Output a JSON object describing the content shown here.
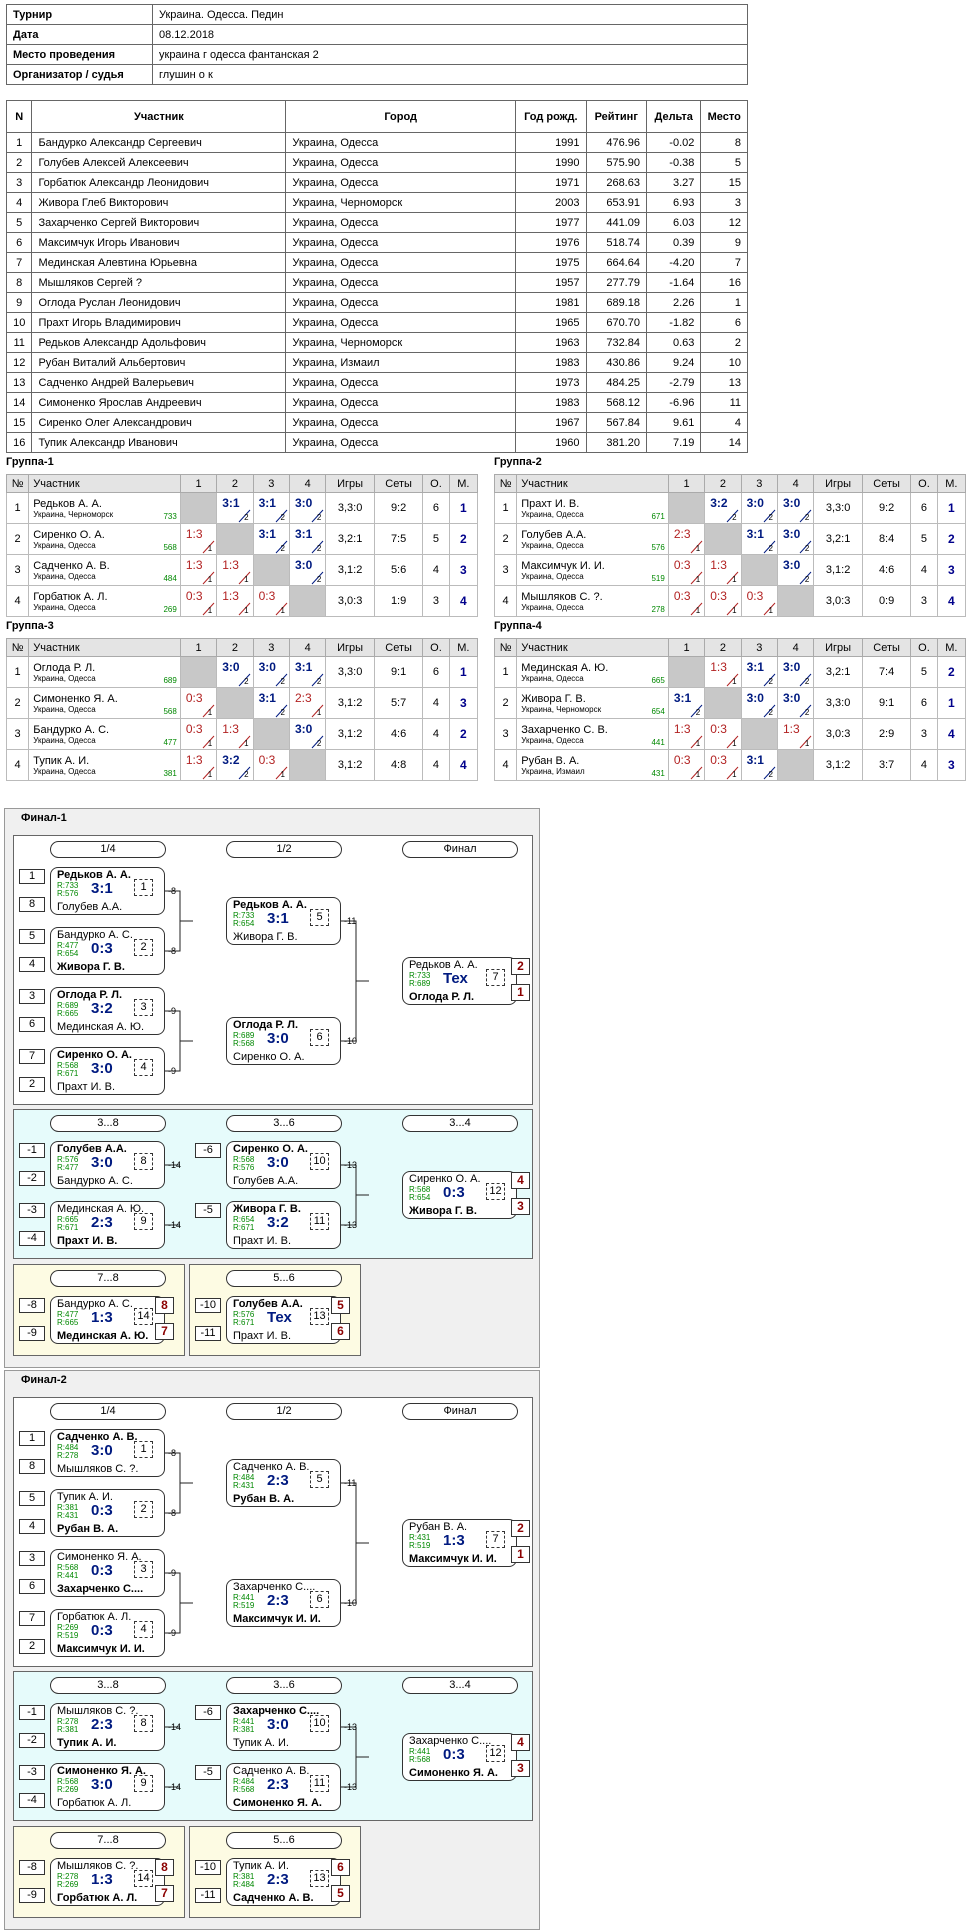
{
  "info": [
    {
      "label": "Турнир",
      "value": "Украина. Одесса. Педин"
    },
    {
      "label": "Дата",
      "value": "08.12.2018"
    },
    {
      "label": "Место проведения",
      "value": "украина г одесса фантанская 2"
    },
    {
      "label": "Организатор / судья",
      "value": "глушин о к"
    }
  ],
  "players_header": [
    "N",
    "Участник",
    "Город",
    "Год рожд.",
    "Рейтинг",
    "Дельта",
    "Место"
  ],
  "players": [
    [
      "1",
      "Бандурко Александр Сергеевич",
      "Украина, Одесса",
      "1991",
      "476.96",
      "-0.02",
      "8"
    ],
    [
      "2",
      "Голубев Алексей Алексеевич",
      "Украина, Одесса",
      "1990",
      "575.90",
      "-0.38",
      "5"
    ],
    [
      "3",
      "Горбатюк Александр Леонидович",
      "Украина, Одесса",
      "1971",
      "268.63",
      "3.27",
      "15"
    ],
    [
      "4",
      "Живора Глеб Викторович",
      "Украина, Черноморск",
      "2003",
      "653.91",
      "6.93",
      "3"
    ],
    [
      "5",
      "Захарченко Сергей Викторович",
      "Украина, Одесса",
      "1977",
      "441.09",
      "6.03",
      "12"
    ],
    [
      "6",
      "Максимчук Игорь Иванович",
      "Украина, Одесса",
      "1976",
      "518.74",
      "0.39",
      "9"
    ],
    [
      "7",
      "Мединская Алевтина Юрьевна",
      "Украина, Одесса",
      "1975",
      "664.64",
      "-4.20",
      "7"
    ],
    [
      "8",
      "Мышляков Сергей ?",
      "Украина, Одесса",
      "1957",
      "277.79",
      "-1.64",
      "16"
    ],
    [
      "9",
      "Оглода Руслан Леонидович",
      "Украина, Одесса",
      "1981",
      "689.18",
      "2.26",
      "1"
    ],
    [
      "10",
      "Прахт Игорь Владимирович",
      "Украина, Одесса",
      "1965",
      "670.70",
      "-1.82",
      "6"
    ],
    [
      "11",
      "Редьков Александр Адольфович",
      "Украина, Черноморск",
      "1963",
      "732.84",
      "0.63",
      "2"
    ],
    [
      "12",
      "Рубан Виталий Альбертович",
      "Украина, Измаил",
      "1983",
      "430.86",
      "9.24",
      "10"
    ],
    [
      "13",
      "Садченко Андрей Валерьевич",
      "Украина, Одесса",
      "1973",
      "484.25",
      "-2.79",
      "13"
    ],
    [
      "14",
      "Симоненко Ярослав Андреевич",
      "Украина, Одесса",
      "1983",
      "568.12",
      "-6.96",
      "11"
    ],
    [
      "15",
      "Сиренко Олег Александрович",
      "Украина, Одесса",
      "1967",
      "567.84",
      "9.61",
      "4"
    ],
    [
      "16",
      "Тупик Александр Иванович",
      "Украина, Одесса",
      "1960",
      "381.20",
      "7.19",
      "14"
    ]
  ],
  "group_header": [
    "№",
    "Участник",
    "1",
    "2",
    "3",
    "4",
    "Игры",
    "Сеты",
    "О.",
    "М."
  ],
  "groups": [
    {
      "title": "Группа-1",
      "rows": [
        {
          "n": "1",
          "name": "Редьков А. А.",
          "city": "Украина, Черноморск",
          "rating": "733",
          "scores": [
            null,
            [
              "3:1",
              "2"
            ],
            [
              "3:1",
              "2"
            ],
            [
              "3:0",
              "2"
            ]
          ],
          "games": "3,3:0",
          "sets": "9:2",
          "pts": "6",
          "place": "1"
        },
        {
          "n": "2",
          "name": "Сиренко О. А.",
          "city": "Украина, Одесса",
          "rating": "568",
          "scores": [
            [
              "1:3",
              "1"
            ],
            null,
            [
              "3:1",
              "2"
            ],
            [
              "3:1",
              "2"
            ]
          ],
          "games": "3,2:1",
          "sets": "7:5",
          "pts": "5",
          "place": "2"
        },
        {
          "n": "3",
          "name": "Садченко А. В.",
          "city": "Украина, Одесса",
          "rating": "484",
          "scores": [
            [
              "1:3",
              "1"
            ],
            [
              "1:3",
              "1"
            ],
            null,
            [
              "3:0",
              "2"
            ]
          ],
          "games": "3,1:2",
          "sets": "5:6",
          "pts": "4",
          "place": "3"
        },
        {
          "n": "4",
          "name": "Горбатюк А. Л.",
          "city": "Украина, Одесса",
          "rating": "269",
          "scores": [
            [
              "0:3",
              "1"
            ],
            [
              "1:3",
              "1"
            ],
            [
              "0:3",
              "1"
            ],
            null
          ],
          "games": "3,0:3",
          "sets": "1:9",
          "pts": "3",
          "place": "4"
        }
      ]
    },
    {
      "title": "Группа-2",
      "rows": [
        {
          "n": "1",
          "name": "Прахт И. В.",
          "city": "Украина, Одесса",
          "rating": "671",
          "scores": [
            null,
            [
              "3:2",
              "2"
            ],
            [
              "3:0",
              "2"
            ],
            [
              "3:0",
              "2"
            ]
          ],
          "games": "3,3:0",
          "sets": "9:2",
          "pts": "6",
          "place": "1"
        },
        {
          "n": "2",
          "name": "Голубев А.А.",
          "city": "Украина, Одесса",
          "rating": "576",
          "scores": [
            [
              "2:3",
              "1"
            ],
            null,
            [
              "3:1",
              "2"
            ],
            [
              "3:0",
              "2"
            ]
          ],
          "games": "3,2:1",
          "sets": "8:4",
          "pts": "5",
          "place": "2"
        },
        {
          "n": "3",
          "name": "Максимчук И. И.",
          "city": "Украина, Одесса",
          "rating": "519",
          "scores": [
            [
              "0:3",
              "1"
            ],
            [
              "1:3",
              "1"
            ],
            null,
            [
              "3:0",
              "2"
            ]
          ],
          "games": "3,1:2",
          "sets": "4:6",
          "pts": "4",
          "place": "3"
        },
        {
          "n": "4",
          "name": "Мышляков С. ?.",
          "city": "Украина, Одесса",
          "rating": "278",
          "scores": [
            [
              "0:3",
              "1"
            ],
            [
              "0:3",
              "1"
            ],
            [
              "0:3",
              "1"
            ],
            null
          ],
          "games": "3,0:3",
          "sets": "0:9",
          "pts": "3",
          "place": "4"
        }
      ]
    },
    {
      "title": "Группа-3",
      "rows": [
        {
          "n": "1",
          "name": "Оглода Р. Л.",
          "city": "Украина, Одесса",
          "rating": "689",
          "scores": [
            null,
            [
              "3:0",
              "2"
            ],
            [
              "3:0",
              "2"
            ],
            [
              "3:1",
              "2"
            ]
          ],
          "games": "3,3:0",
          "sets": "9:1",
          "pts": "6",
          "place": "1"
        },
        {
          "n": "2",
          "name": "Симоненко Я. А.",
          "city": "Украина, Одесса",
          "rating": "568",
          "scores": [
            [
              "0:3",
              "1"
            ],
            null,
            [
              "3:1",
              "2"
            ],
            [
              "2:3",
              "1"
            ]
          ],
          "games": "3,1:2",
          "sets": "5:7",
          "pts": "4",
          "place": "3"
        },
        {
          "n": "3",
          "name": "Бандурко А. С.",
          "city": "Украина, Одесса",
          "rating": "477",
          "scores": [
            [
              "0:3",
              "1"
            ],
            [
              "1:3",
              "1"
            ],
            null,
            [
              "3:0",
              "2"
            ]
          ],
          "games": "3,1:2",
          "sets": "4:6",
          "pts": "4",
          "place": "2"
        },
        {
          "n": "4",
          "name": "Тупик А. И.",
          "city": "Украина, Одесса",
          "rating": "381",
          "scores": [
            [
              "1:3",
              "1"
            ],
            [
              "3:2",
              "2"
            ],
            [
              "0:3",
              "1"
            ],
            null
          ],
          "games": "3,1:2",
          "sets": "4:8",
          "pts": "4",
          "place": "4"
        }
      ]
    },
    {
      "title": "Группа-4",
      "rows": [
        {
          "n": "1",
          "name": "Мединская А. Ю.",
          "city": "Украина, Одесса",
          "rating": "665",
          "scores": [
            null,
            [
              "1:3",
              "1"
            ],
            [
              "3:1",
              "2"
            ],
            [
              "3:0",
              "2"
            ]
          ],
          "games": "3,2:1",
          "sets": "7:4",
          "pts": "5",
          "place": "2"
        },
        {
          "n": "2",
          "name": "Живора Г. В.",
          "city": "Украина, Черноморск",
          "rating": "654",
          "scores": [
            [
              "3:1",
              "2"
            ],
            null,
            [
              "3:0",
              "2"
            ],
            [
              "3:0",
              "2"
            ]
          ],
          "games": "3,3:0",
          "sets": "9:1",
          "pts": "6",
          "place": "1"
        },
        {
          "n": "3",
          "name": "Захарченко С. В.",
          "city": "Украина, Одесса",
          "rating": "441",
          "scores": [
            [
              "1:3",
              "1"
            ],
            [
              "0:3",
              "1"
            ],
            null,
            [
              "1:3",
              "1"
            ]
          ],
          "games": "3,0:3",
          "sets": "2:9",
          "pts": "3",
          "place": "4"
        },
        {
          "n": "4",
          "name": "Рубан В. А.",
          "city": "Украина, Измаил",
          "rating": "431",
          "scores": [
            [
              "0:3",
              "1"
            ],
            [
              "0:3",
              "1"
            ],
            [
              "3:1",
              "2"
            ],
            null
          ],
          "games": "3,1:2",
          "sets": "3:7",
          "pts": "4",
          "place": "3"
        }
      ]
    }
  ],
  "finals": [
    {
      "title": "Финал-1",
      "main": {
        "rounds": [
          "1/4",
          "1/2",
          "Финал"
        ],
        "seeds": [
          "1",
          "8",
          "5",
          "4",
          "3",
          "6",
          "7",
          "2"
        ],
        "qf": [
          {
            "p1": "Редьков А. А.",
            "p2": "Голубев А.А.",
            "r1": "R:733",
            "r2": "R:576",
            "score": "3:1",
            "num": "1",
            "w": 1,
            "out": "-8"
          },
          {
            "p1": "Бандурко А. С.",
            "p2": "Живора Г. В.",
            "r1": "R:477",
            "r2": "R:654",
            "score": "0:3",
            "num": "2",
            "w": 2,
            "out": "-8"
          },
          {
            "p1": "Оглода Р. Л.",
            "p2": "Мединская А. Ю.",
            "r1": "R:689",
            "r2": "R:665",
            "score": "3:2",
            "num": "3",
            "w": 1,
            "out": "-9"
          },
          {
            "p1": "Сиренко О. А.",
            "p2": "Прахт И. В.",
            "r1": "R:568",
            "r2": "R:671",
            "score": "3:0",
            "num": "4",
            "w": 1,
            "out": "-9"
          }
        ],
        "sf": [
          {
            "p1": "Редьков А. А.",
            "p2": "Живора Г. В.",
            "r1": "R:733",
            "r2": "R:654",
            "score": "3:1",
            "num": "5",
            "w": 1,
            "out": "-11"
          },
          {
            "p1": "Оглода Р. Л.",
            "p2": "Сиренко О. А.",
            "r1": "R:689",
            "r2": "R:568",
            "score": "3:0",
            "num": "6",
            "w": 1,
            "out": "-10"
          }
        ],
        "f": {
          "p1": "Редьков А. А.",
          "p2": "Оглода Р. Л.",
          "r1": "R:733",
          "r2": "R:689",
          "score": "Тех",
          "num": "7",
          "w": 2,
          "rk1": "2",
          "rk2": "1"
        }
      },
      "mid": {
        "rounds": [
          "3...8",
          "3...6",
          "3...4"
        ],
        "seeds": [
          "-1",
          "-2",
          "-3",
          "-4"
        ],
        "qf": [
          {
            "p1": "Голубев А.А.",
            "p2": "Бандурко А. С.",
            "r1": "R:576",
            "r2": "R:477",
            "score": "3:0",
            "num": "8",
            "w": 1,
            "out": "-14"
          },
          {
            "p1": "Мединская А. Ю.",
            "p2": "Прахт И. В.",
            "r1": "R:665",
            "r2": "R:671",
            "score": "2:3",
            "num": "9",
            "w": 2,
            "out": "-14"
          }
        ],
        "sf_seeds": [
          "-6",
          "-5"
        ],
        "sf": [
          {
            "p1": "Сиренко О. А.",
            "p2": "Голубев А.А.",
            "r1": "R:568",
            "r2": "R:576",
            "score": "3:0",
            "num": "10",
            "w": 1,
            "out": "-13"
          },
          {
            "p1": "Живора Г. В.",
            "p2": "Прахт И. В.",
            "r1": "R:654",
            "r2": "R:671",
            "score": "3:2",
            "num": "11",
            "w": 1,
            "out": "-13"
          }
        ],
        "f": {
          "p1": "Сиренко О. А.",
          "p2": "Живора Г. В.",
          "r1": "R:568",
          "r2": "R:654",
          "score": "0:3",
          "num": "12",
          "w": 2,
          "rk1": "4",
          "rk2": "3"
        }
      },
      "m78": {
        "title": "7...8",
        "seeds": [
          "-8",
          "-9"
        ],
        "p1": "Бандурко А. С.",
        "p2": "Мединская А. Ю.",
        "r1": "R:477",
        "r2": "R:665",
        "score": "1:3",
        "num": "14",
        "w": 2,
        "rk1": "8",
        "rk2": "7"
      },
      "m56": {
        "title": "5...6",
        "seeds": [
          "-10",
          "-11"
        ],
        "p1": "Голубев А.А.",
        "p2": "Прахт И. В.",
        "r1": "R:576",
        "r2": "R:671",
        "score": "Тех",
        "num": "13",
        "w": 1,
        "rk1": "5",
        "rk2": "6"
      }
    },
    {
      "title": "Финал-2",
      "main": {
        "rounds": [
          "1/4",
          "1/2",
          "Финал"
        ],
        "seeds": [
          "1",
          "8",
          "5",
          "4",
          "3",
          "6",
          "7",
          "2"
        ],
        "qf": [
          {
            "p1": "Садченко А. В.",
            "p2": "Мышляков С. ?.",
            "r1": "R:484",
            "r2": "R:278",
            "score": "3:0",
            "num": "1",
            "w": 1,
            "out": "-8"
          },
          {
            "p1": "Тупик А. И.",
            "p2": "Рубан В. А.",
            "r1": "R:381",
            "r2": "R:431",
            "score": "0:3",
            "num": "2",
            "w": 2,
            "out": "-8"
          },
          {
            "p1": "Симоненко Я. А.",
            "p2": "Захарченко С....",
            "r1": "R:568",
            "r2": "R:441",
            "score": "0:3",
            "num": "3",
            "w": 2,
            "out": "-9"
          },
          {
            "p1": "Горбатюк А. Л.",
            "p2": "Максимчук И. И.",
            "r1": "R:269",
            "r2": "R:519",
            "score": "0:3",
            "num": "4",
            "w": 2,
            "out": "-9"
          }
        ],
        "sf": [
          {
            "p1": "Садченко А. В.",
            "p2": "Рубан В. А.",
            "r1": "R:484",
            "r2": "R:431",
            "score": "2:3",
            "num": "5",
            "w": 2,
            "out": "-11"
          },
          {
            "p1": "Захарченко С....",
            "p2": "Максимчук И. И.",
            "r1": "R:441",
            "r2": "R:519",
            "score": "2:3",
            "num": "6",
            "w": 2,
            "out": "-10"
          }
        ],
        "f": {
          "p1": "Рубан В. А.",
          "p2": "Максимчук И. И.",
          "r1": "R:431",
          "r2": "R:519",
          "score": "1:3",
          "num": "7",
          "w": 2,
          "rk1": "2",
          "rk2": "1"
        }
      },
      "mid": {
        "rounds": [
          "3...8",
          "3...6",
          "3...4"
        ],
        "seeds": [
          "-1",
          "-2",
          "-3",
          "-4"
        ],
        "qf": [
          {
            "p1": "Мышляков С. ?.",
            "p2": "Тупик А. И.",
            "r1": "R:278",
            "r2": "R:381",
            "score": "2:3",
            "num": "8",
            "w": 2,
            "out": "-14"
          },
          {
            "p1": "Симоненко Я. А.",
            "p2": "Горбатюк А. Л.",
            "r1": "R:568",
            "r2": "R:269",
            "score": "3:0",
            "num": "9",
            "w": 1,
            "out": "-14"
          }
        ],
        "sf_seeds": [
          "-6",
          "-5"
        ],
        "sf": [
          {
            "p1": "Захарченко С....",
            "p2": "Тупик А. И.",
            "r1": "R:441",
            "r2": "R:381",
            "score": "3:0",
            "num": "10",
            "w": 1,
            "out": "-13"
          },
          {
            "p1": "Садченко А. В.",
            "p2": "Симоненко Я. А.",
            "r1": "R:484",
            "r2": "R:568",
            "score": "2:3",
            "num": "11",
            "w": 2,
            "out": "-13"
          }
        ],
        "f": {
          "p1": "Захарченко С....",
          "p2": "Симоненко Я. А.",
          "r1": "R:441",
          "r2": "R:568",
          "score": "0:3",
          "num": "12",
          "w": 2,
          "rk1": "4",
          "rk2": "3"
        }
      },
      "m78": {
        "title": "7...8",
        "seeds": [
          "-8",
          "-9"
        ],
        "p1": "Мышляков С. ?.",
        "p2": "Горбатюк А. Л.",
        "r1": "R:278",
        "r2": "R:269",
        "score": "1:3",
        "num": "14",
        "w": 2,
        "rk1": "8",
        "rk2": "7"
      },
      "m56": {
        "title": "5...6",
        "seeds": [
          "-10",
          "-11"
        ],
        "p1": "Тупик А. И.",
        "p2": "Садченко А. В.",
        "r1": "R:381",
        "r2": "R:484",
        "score": "2:3",
        "num": "13",
        "w": 2,
        "rk1": "6",
        "rk2": "5"
      }
    }
  ]
}
